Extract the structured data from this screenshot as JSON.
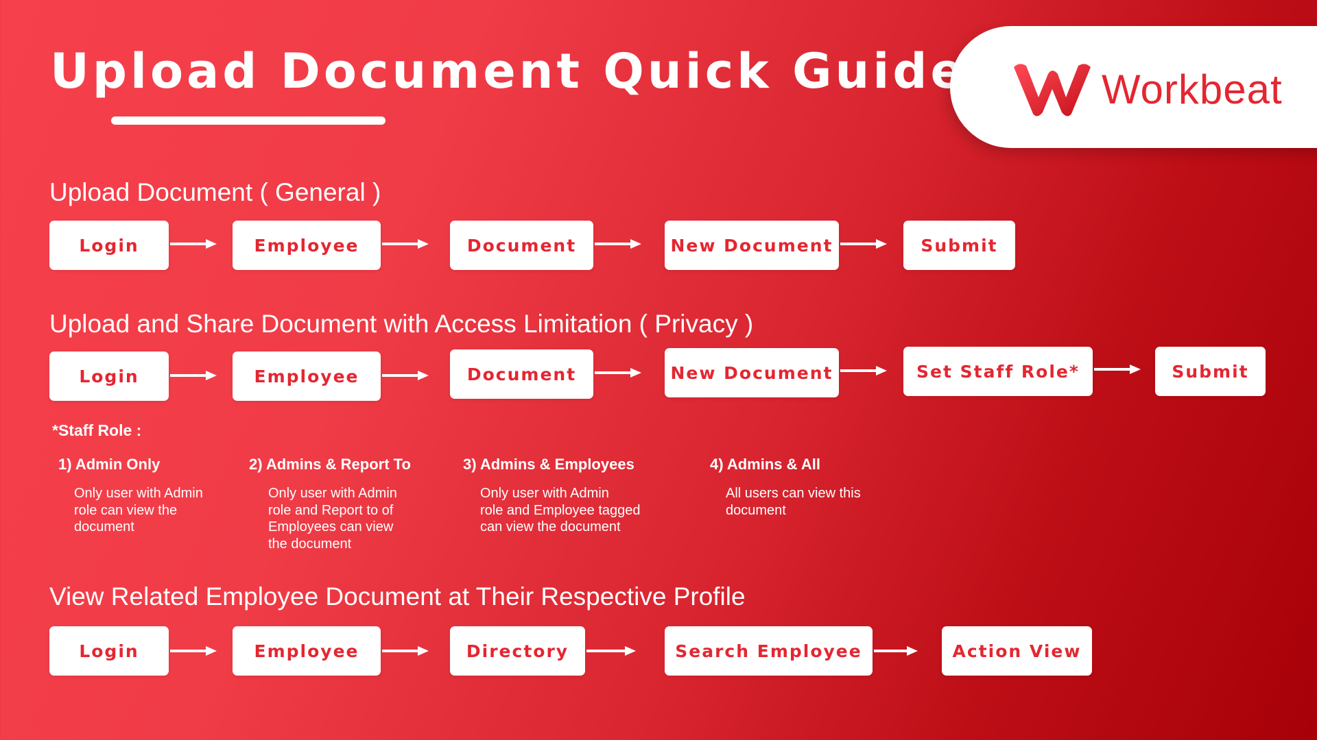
{
  "title": "Upload Document Quick Guide",
  "logo": {
    "brand_name": "Workbeat",
    "icon": "workbeat-w-logo",
    "color": "#e42631"
  },
  "colors": {
    "background_start": "#f6404c",
    "background_end": "#a70008",
    "box": "#ffffff",
    "box_text": "#e42631"
  },
  "sections": [
    {
      "title": "Upload Document ( General )",
      "steps": [
        "Login",
        "Employee",
        "Document",
        "New Document",
        "Submit"
      ]
    },
    {
      "title": "Upload and Share Document with Access Limitation ( Privacy )",
      "steps": [
        "Login",
        "Employee",
        "Document",
        "New Document",
        "Set Staff Role*",
        "Submit"
      ]
    },
    {
      "title": "View Related Employee Document at Their Respective Profile",
      "steps": [
        "Login",
        "Employee",
        "Directory",
        "Search Employee",
        "Action View"
      ]
    }
  ],
  "staff_roles": {
    "heading": "*Staff Role :",
    "roles": [
      {
        "title": "1) Admin Only",
        "lines": [
          "Only user with Admin",
          "role can view the",
          "document"
        ]
      },
      {
        "title": "2) Admins & Report To",
        "lines": [
          "Only user with Admin",
          "role and Report to of",
          "Employees can view",
          "the document"
        ]
      },
      {
        "title": "3) Admins & Employees",
        "lines": [
          "Only user with Admin",
          "role and Employee tagged",
          "can view the document"
        ]
      },
      {
        "title": "4) Admins & All",
        "lines": [
          "All users can view this",
          "document"
        ]
      }
    ]
  }
}
